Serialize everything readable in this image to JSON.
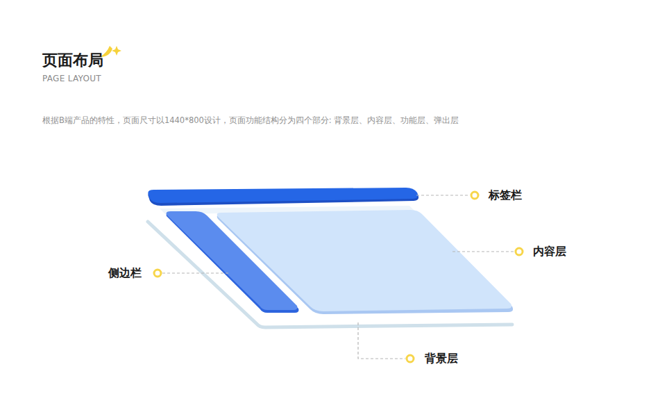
{
  "diagram": {
    "title": "页面布局",
    "labels": [
      "PAGE LAYOUT",
      "根据B端产品的特性，页面尺寸以1440*800设计，页面功能结构分为四个部分: 背景层、内容层、功能层、弹出层",
      "标签栏",
      "内容层",
      "侧边栏",
      "背景层"
    ]
  }
}
